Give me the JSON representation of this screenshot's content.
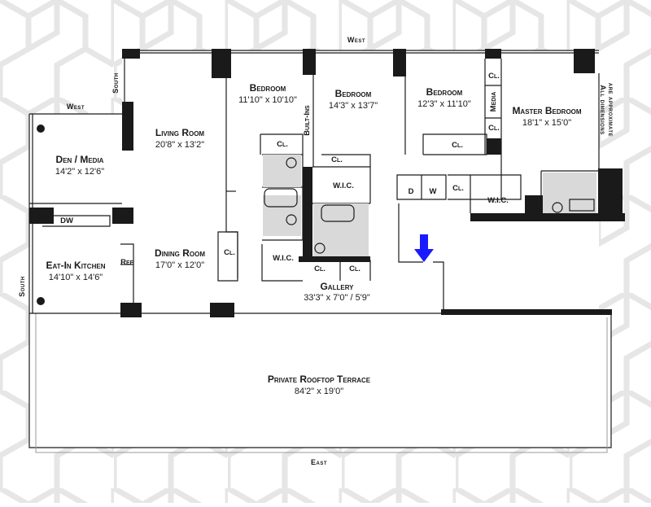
{
  "compass": {
    "west_top": "West",
    "west_left": "West",
    "south_upper": "South",
    "south_lower": "South",
    "east": "East"
  },
  "note": {
    "line1": "All dimensions",
    "line2": "are approximate"
  },
  "rooms": {
    "den": {
      "name": "Den / Media",
      "dims": "14'2\" x 12'6\""
    },
    "living": {
      "name": "Living Room",
      "dims": "20'8\" x 13'2\""
    },
    "kitchen": {
      "name": "Eat-In Kitchen",
      "dims": "14'10\" x 14'6\""
    },
    "dining": {
      "name": "Dining Room",
      "dims": "17'0\" x 12'0\""
    },
    "bedroom1": {
      "name": "Bedroom",
      "dims": "11'10\" x 10'10\""
    },
    "bedroom2": {
      "name": "Bedroom",
      "dims": "14'3\" x 13'7\""
    },
    "bedroom3": {
      "name": "Bedroom",
      "dims": "12'3\" x 11'10\""
    },
    "master": {
      "name": "Master Bedroom",
      "dims": "18'1\" x 15'0\""
    },
    "gallery": {
      "name": "Gallery",
      "dims": "33'3\" x 7'0\" / 5'9\""
    },
    "terrace": {
      "name": "Private Rooftop Terrace",
      "dims": "84'2\" x 19'0\""
    }
  },
  "labels": {
    "cl": "Cl.",
    "wic": "W.I.C.",
    "builtins": "Built-Ins",
    "media": "Media",
    "dw": "DW",
    "ref": "Ref",
    "d": "D",
    "w": "W"
  },
  "colors": {
    "wall": "#1a1a1a",
    "bath_fill": "#d9d9d9",
    "background_pattern": "#e6e6e6",
    "entry_arrow": "#1a1aff"
  },
  "icons": {
    "entry": "entry-arrow-icon"
  }
}
